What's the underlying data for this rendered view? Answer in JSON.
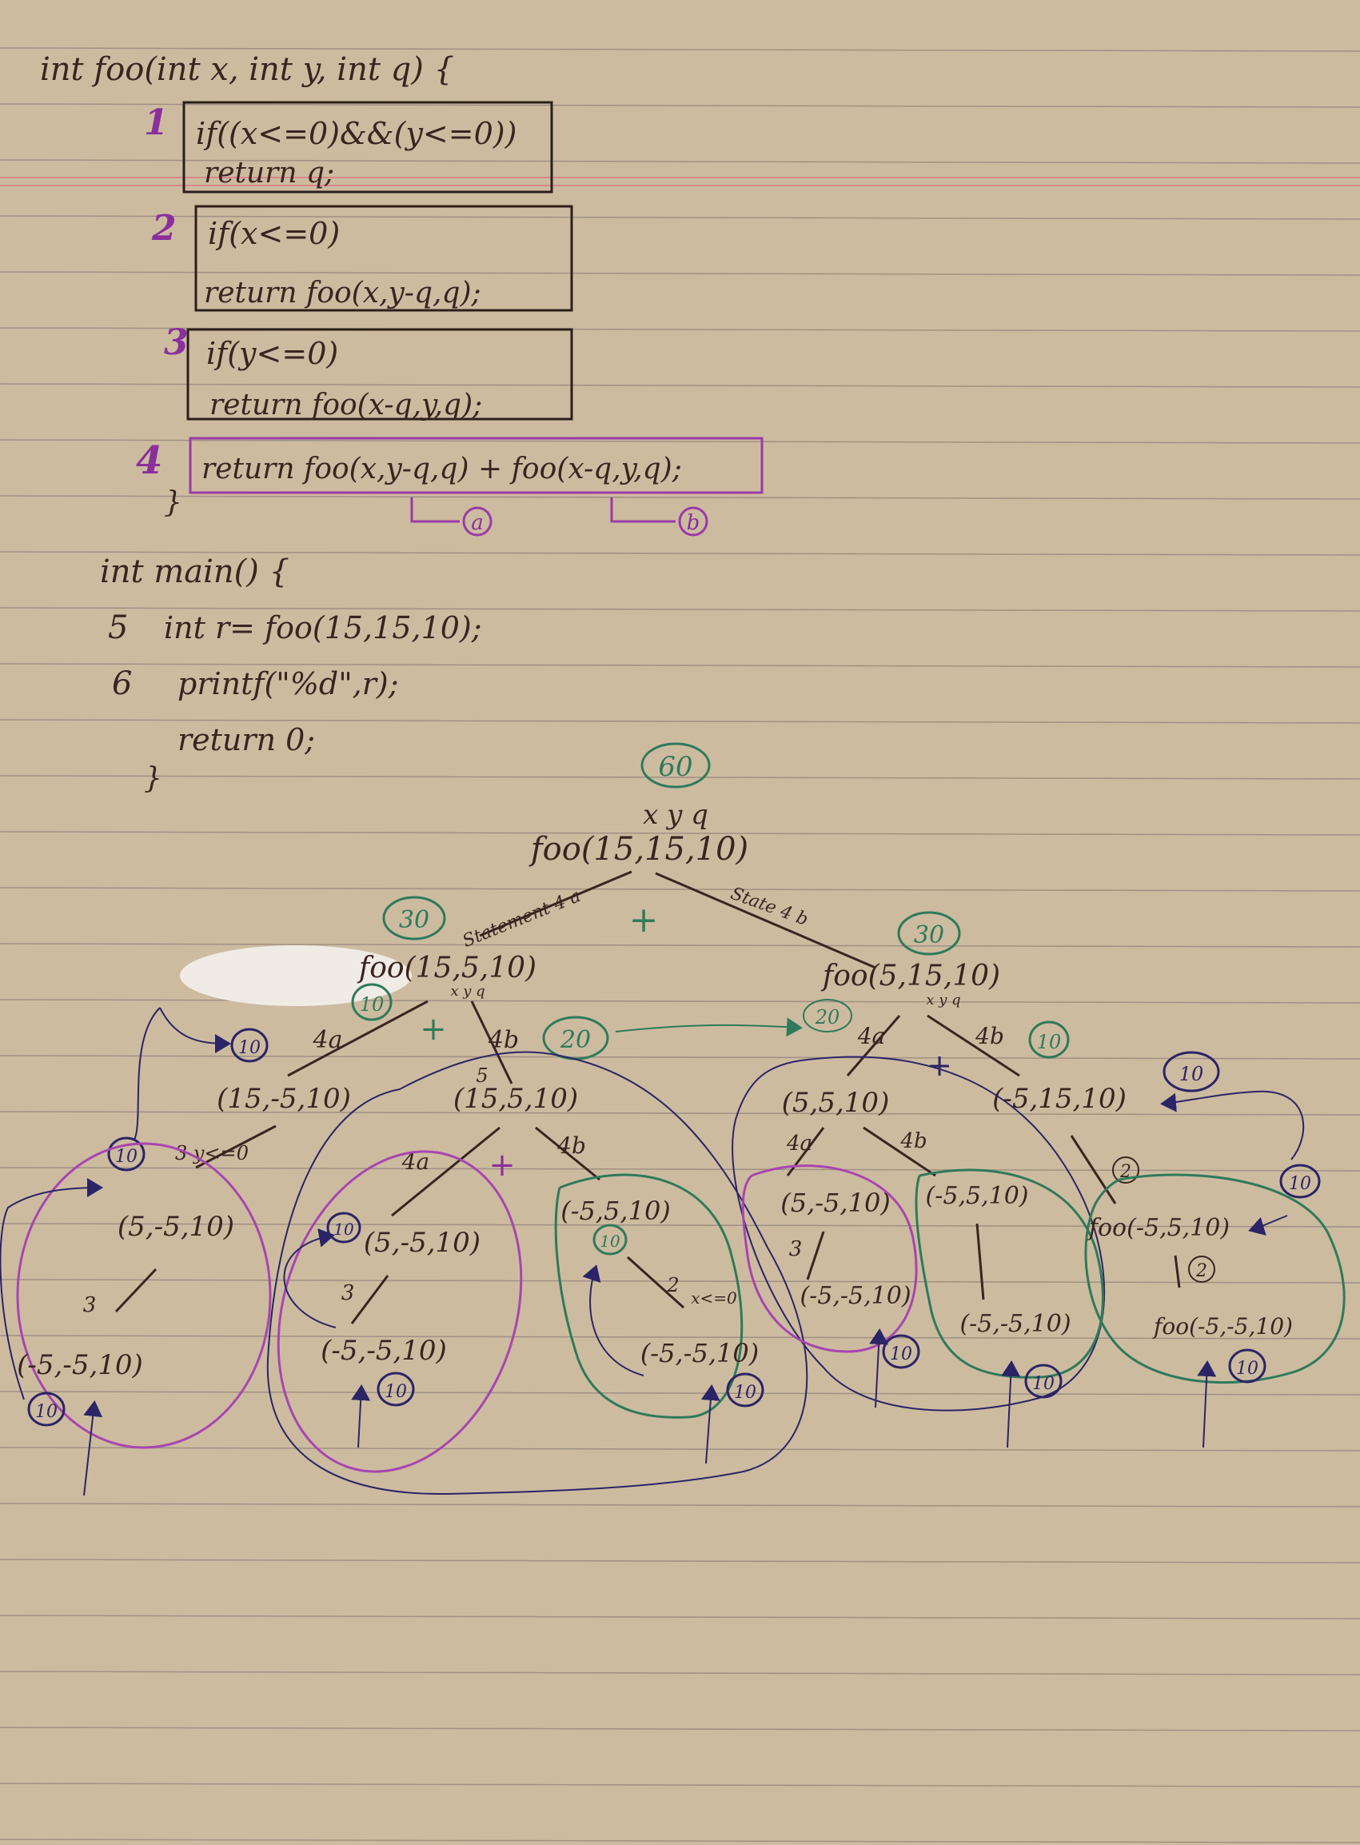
{
  "code": {
    "signature": "int foo(int x, int y, int q) {",
    "blocks": [
      {
        "num": "1",
        "cond": "if((x<=0)&&(y<=0))",
        "ret": "return q;"
      },
      {
        "num": "2",
        "cond": "if(x<=0)",
        "ret": "return foo(x,y-q,q);"
      },
      {
        "num": "3",
        "cond": "if(y<=0)",
        "ret": "return foo(x-q,y,q);"
      },
      {
        "num": "4",
        "ret": "return foo(x,y-q,q) + foo(x-q,y,q);"
      }
    ],
    "close": "}",
    "branch_a": "a",
    "branch_b": "b",
    "main_sig": "int main() {",
    "main_lines": [
      {
        "num": "5",
        "text": "int r= foo(15,15,10);"
      },
      {
        "num": "6",
        "text": "printf(\"%d\",r);"
      },
      {
        "num": "",
        "text": "return 0;"
      }
    ],
    "main_close": "}"
  },
  "tree": {
    "result": "60",
    "header": "x   y   q",
    "root": "foo(15,15,10)",
    "root_plus": "+",
    "edge_left": "Statement 4 a",
    "edge_right": "State 4 b",
    "left_val": "30",
    "left_call": "foo(15,5,10)",
    "left_xyq": "x  y  q",
    "right_val": "30",
    "right_call": "foo(5,15,10)",
    "right_xyq": "x  y  q",
    "ll_val": "10",
    "ll_arrow_val": "10",
    "ll_tag": "4a",
    "lr_tag": "4b",
    "lr_val": "20",
    "mid_val": "20",
    "l_plus": "+",
    "r_plus": "+",
    "ll_node": "(15,-5,10)",
    "lr_over": "5",
    "lr_node": "(15,5,10)",
    "ll_child_note": "3  y<=0",
    "ll_child_val": "10",
    "ll_child": "(5,-5,10)",
    "ll_step": "3",
    "ll_leaf": "(-5,-5,10)",
    "ll_leaf_val": "10",
    "lra_tag": "4a",
    "lrb_tag": "4b",
    "lr_plus": "+",
    "lra_val": "10",
    "lra_node": "(5,-5,10)",
    "lra_step": "3",
    "lra_leaf": "(-5,-5,10)",
    "lra_leaf_val": "10",
    "lrb_node": "(-5,5,10)",
    "lrb_val": "10",
    "lrb_step": "2",
    "lrb_cond": "x<=0",
    "lrb_leaf": "(-5,-5,10)",
    "lrb_leaf_val": "10",
    "rl_tag": "4a",
    "rr_tag": "4b",
    "rr_val": "10",
    "rl_node": "(5,5,10)",
    "rr_node": "(-5,15,10)",
    "rr_arrow_val": "10",
    "rla_tag": "4a",
    "rlb_tag": "4b",
    "rla_node": "(5,-5,10)",
    "rla_step": "3",
    "rla_leaf": "(-5,-5,10)",
    "rla_leaf_val": "10",
    "rlb_node": "(-5,5,10)",
    "rlb_leaf": "(-5,-5,10)",
    "rlb_leaf_val": "10",
    "rr_step": "2",
    "rr_child": "foo(-5,5,10)",
    "rr_child_val": "10",
    "rr_step2": "2",
    "rr_leaf": "foo(-5,-5,10)",
    "rr_leaf_val": "10"
  }
}
